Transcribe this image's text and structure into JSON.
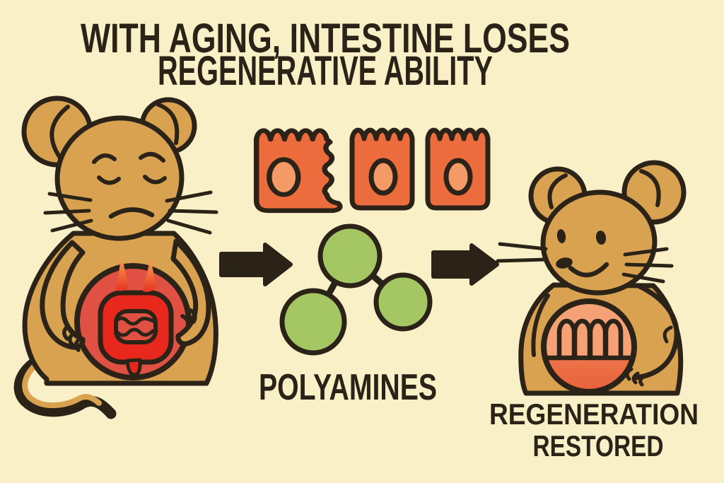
{
  "title": {
    "line1": "WITH AGING,  INTESTINE LOSES",
    "line2": "REGENERATIVE ABILITY"
  },
  "labels": {
    "molecule": "POLYAMINES",
    "result_line1": "REGENERATION",
    "result_line2": "RESTORED"
  },
  "icons": {
    "aged_mouse": "sad-mouse-icon",
    "inflamed_belly": "inflamed-intestine-icon",
    "pain_flames": "pain-flame-icon",
    "crypts": [
      "damaged-crypt-icon",
      "crypt-icon",
      "crypt-icon"
    ],
    "molecule": "polyamine-molecule-icon",
    "arrows": [
      "arrow-right-icon",
      "arrow-right-icon"
    ],
    "happy_mouse": "happy-mouse-icon",
    "restored_belly": "restored-intestine-icon"
  },
  "colors": {
    "background": "#FAF0C8",
    "ink": "#2B2318",
    "mouse_fur": "#D8A251",
    "inflamed_belly": "#E05043",
    "intestine_red": "#E8281C",
    "crypt_orange": "#ED6C3E",
    "crypt_oval": "#F49A66",
    "healthy_belly_top": "#F5A175",
    "healthy_belly_bottom": "#EE7348",
    "polyamine_green": "#A4C763",
    "flame_orange": "#F6A75B"
  }
}
